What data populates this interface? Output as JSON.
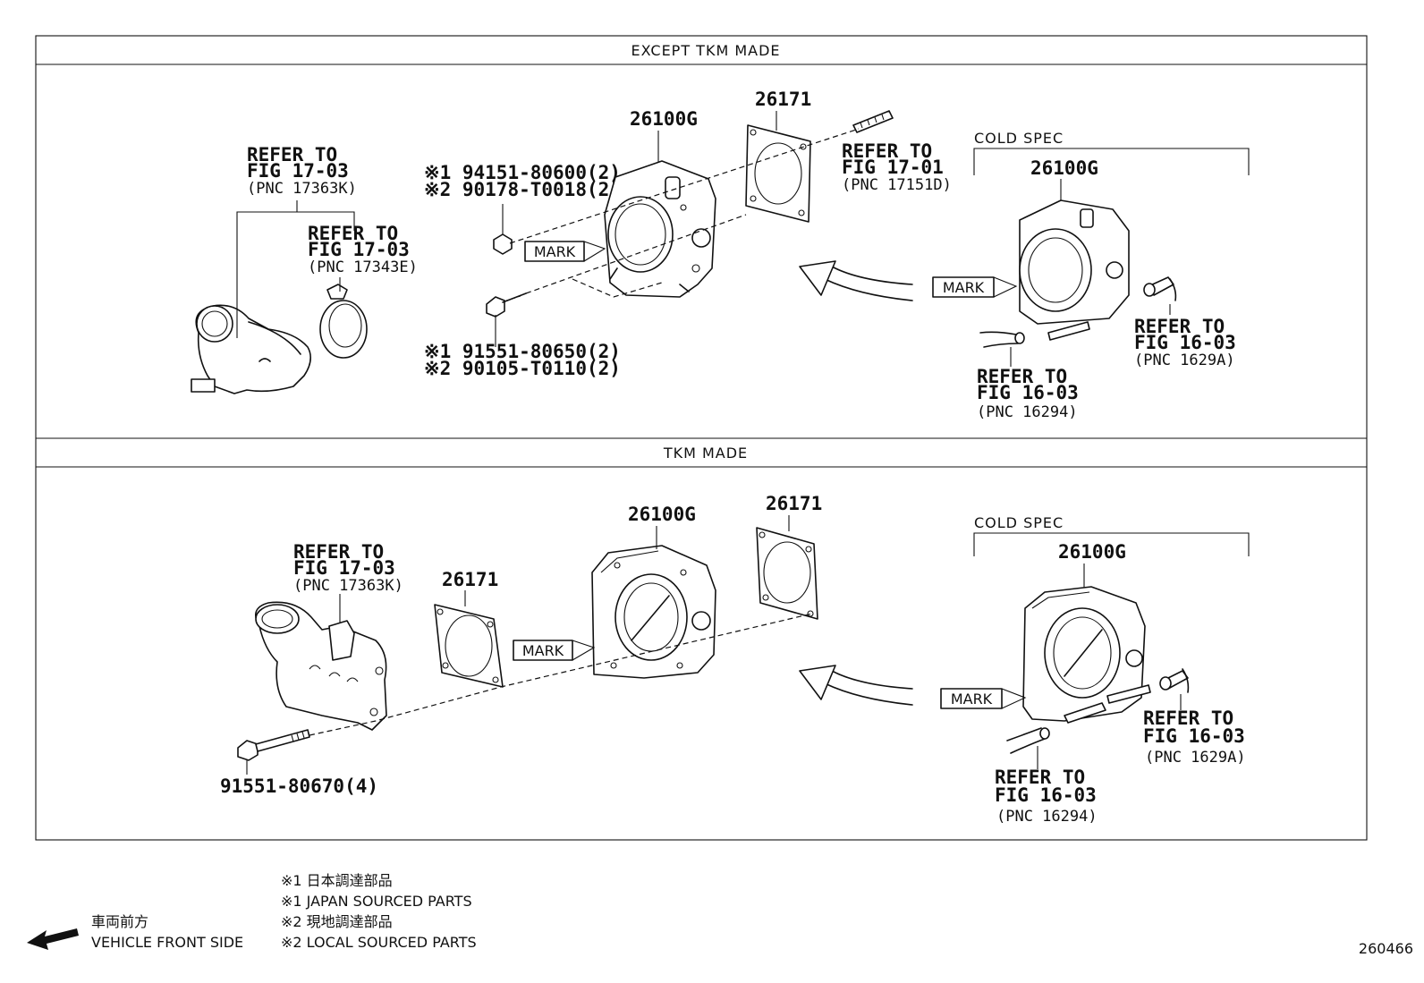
{
  "sections": {
    "top": {
      "title": "EXCEPT TKM MADE"
    },
    "bottom": {
      "title": "TKM MADE"
    }
  },
  "top": {
    "ref_intake_1": [
      "REFER TO",
      "FIG 17-03",
      "(PNC 17363K)"
    ],
    "ref_intake_2": [
      "REFER TO",
      "FIG 17-03",
      "(PNC 17343E)"
    ],
    "nut_parts": [
      "※1 94151-80600(2)",
      "※2 90178-T0018(2)"
    ],
    "bolt_parts": [
      "※1 91551-80650(2)",
      "※2 90105-T0110(2)"
    ],
    "throttle_body": "26100G",
    "gasket": "26171",
    "ref_stud": [
      "REFER TO",
      "FIG 17-01",
      "(PNC 17151D)"
    ],
    "mark": "MARK",
    "cold_spec": "COLD SPEC",
    "cold_throttle_body": "26100G",
    "cold_mark": "MARK",
    "ref_hose_1": [
      "REFER TO",
      "FIG 16-03",
      "(PNC 1629A)"
    ],
    "ref_hose_2": [
      "REFER TO",
      "FIG 16-03",
      "(PNC 16294)"
    ]
  },
  "bottom": {
    "ref_intake": [
      "REFER TO",
      "FIG 17-03",
      "(PNC 17363K)"
    ],
    "gasket_left": "26171",
    "throttle_body": "26100G",
    "gasket_right": "26171",
    "mark": "MARK",
    "bolt_part": "91551-80670(4)",
    "cold_spec": "COLD SPEC",
    "cold_throttle_body": "26100G",
    "cold_mark": "MARK",
    "ref_hose_1": [
      "REFER TO",
      "FIG 16-03",
      "(PNC 1629A)"
    ],
    "ref_hose_2": [
      "REFER TO",
      "FIG 16-03",
      "(PNC 16294)"
    ]
  },
  "legend": {
    "lines": [
      "※1 日本調達部品",
      "※1 JAPAN SOURCED PARTS",
      "※2 現地調達部品",
      "※2 LOCAL SOURCED PARTS"
    ],
    "front_jp": "車両前方",
    "front_en": "VEHICLE FRONT SIDE"
  },
  "figure_number": "260466",
  "icons": [
    "arrow-left-icon",
    "curved-arrow-icon"
  ]
}
